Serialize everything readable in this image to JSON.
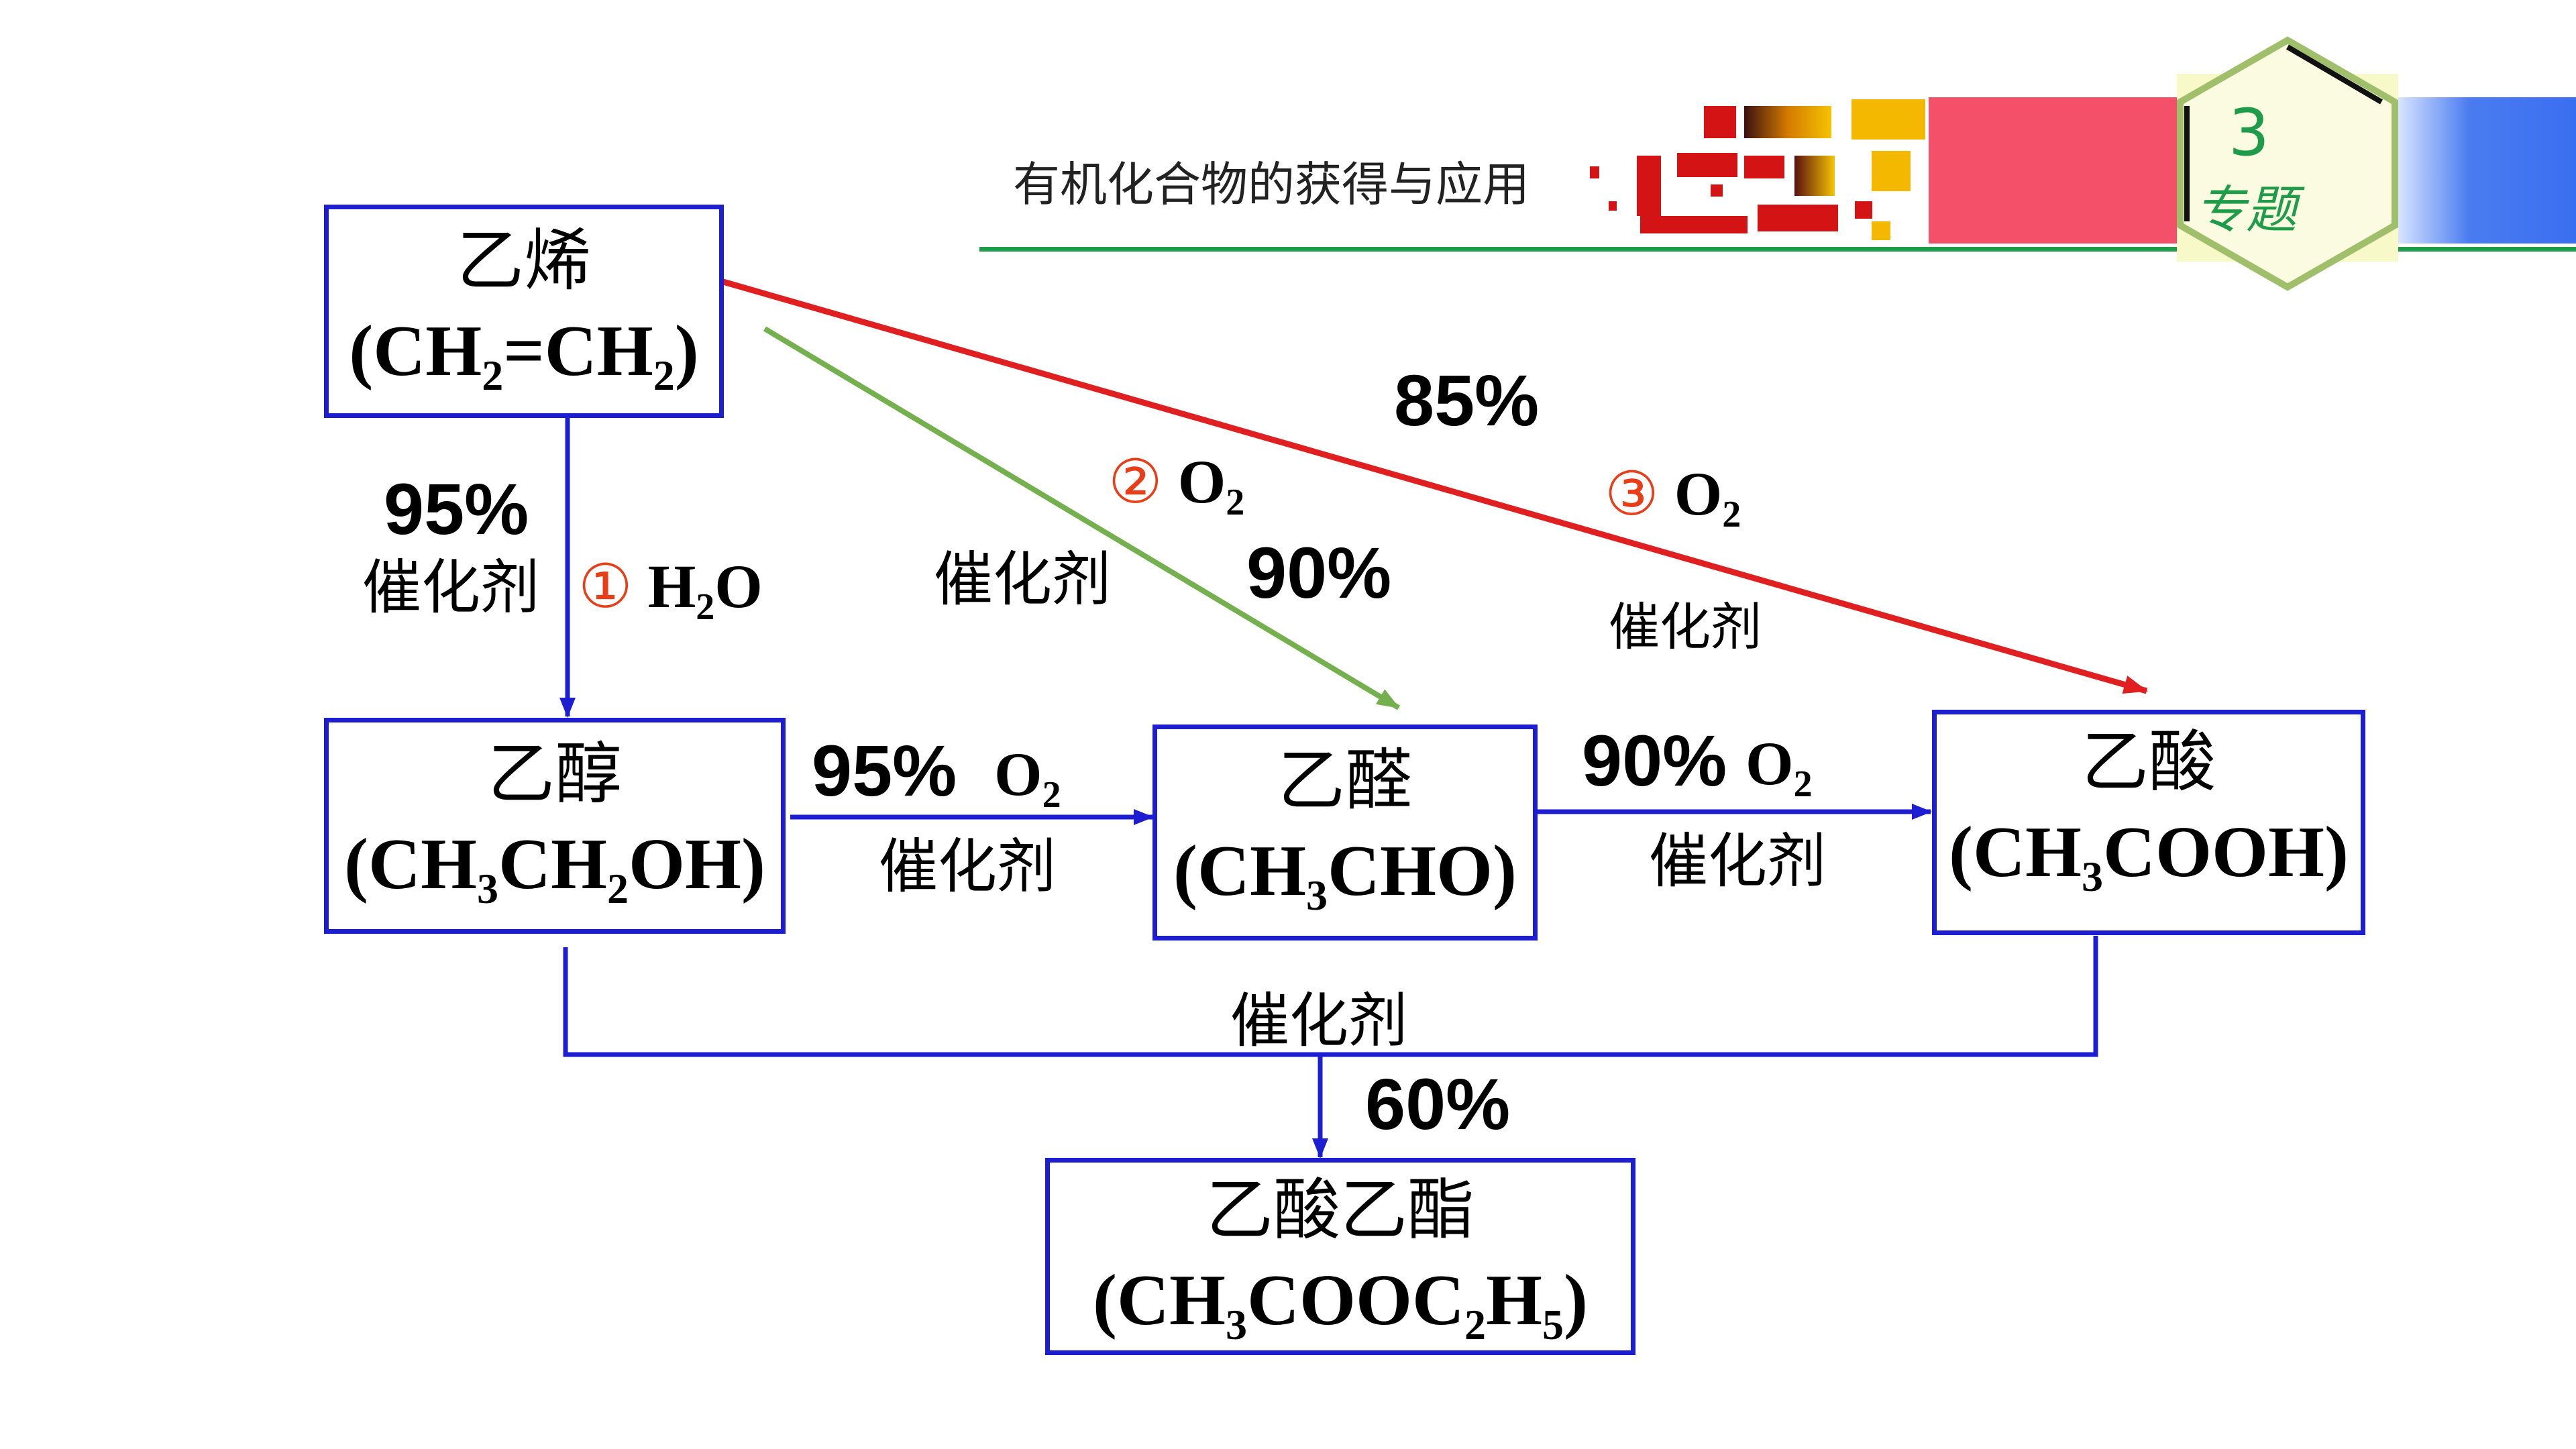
{
  "header": {
    "title": "有机化合物的获得与应用",
    "badge_number": "3",
    "badge_text": "专题"
  },
  "nodes": {
    "ethylene": {
      "name": "乙烯",
      "formula": "(CH<sub>2</sub>=CH<sub>2</sub>)"
    },
    "ethanol": {
      "name": "乙醇",
      "formula": "(CH<sub>3</sub>CH<sub>2</sub>OH)"
    },
    "acetaldehyde": {
      "name": "乙醛",
      "formula": "(CH<sub>3</sub>CHO)"
    },
    "acetic_acid": {
      "name": "乙酸",
      "formula": "(CH<sub>3</sub>COOH)"
    },
    "ethyl_acetate": {
      "name": "乙酸乙酯",
      "formula": "(CH<sub>3</sub>COOC<sub>2</sub>H<sub>5</sub>)"
    }
  },
  "edges": {
    "e1": {
      "yield": "95%",
      "catalyst": "催化剂",
      "step": "①",
      "reagent": "H<sub>2</sub>O"
    },
    "e2": {
      "yield": "90%",
      "catalyst": "催化剂",
      "step": "②",
      "reagent": "O<sub>2</sub>"
    },
    "e3": {
      "yield": "85%",
      "catalyst": "催化剂",
      "step": "③",
      "reagent": "O<sub>2</sub>"
    },
    "e4": {
      "yield": "95%",
      "catalyst": "催化剂",
      "reagent": "O<sub>2</sub>"
    },
    "e5": {
      "yield": "90%",
      "catalyst": "催化剂",
      "reagent": "O<sub>2</sub>"
    },
    "e6": {
      "yield": "60%",
      "catalyst": "催化剂"
    }
  },
  "colors": {
    "blue": "#1d1dd1",
    "red": "#e02020",
    "green": "#74b04e",
    "accent_red": "#e83d17",
    "badge_green": "#1f9c4a"
  }
}
